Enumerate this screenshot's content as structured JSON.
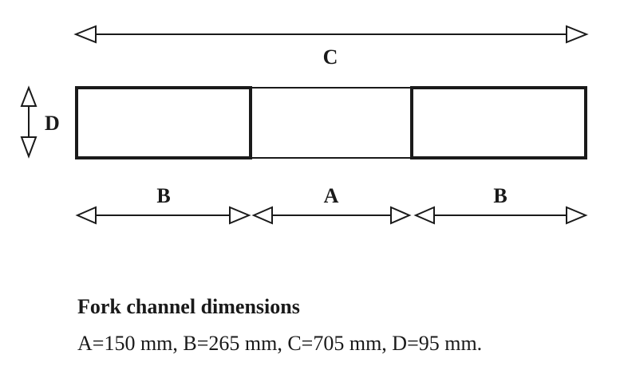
{
  "labels": {
    "a": "A",
    "b_left": "B",
    "b_right": "B",
    "c": "C",
    "d": "D"
  },
  "caption": {
    "title": "Fork channel dimensions",
    "body": "A=150 mm, B=265 mm, C=705 mm, D=95 mm."
  },
  "colors": {
    "line": "#1a1a1a"
  }
}
